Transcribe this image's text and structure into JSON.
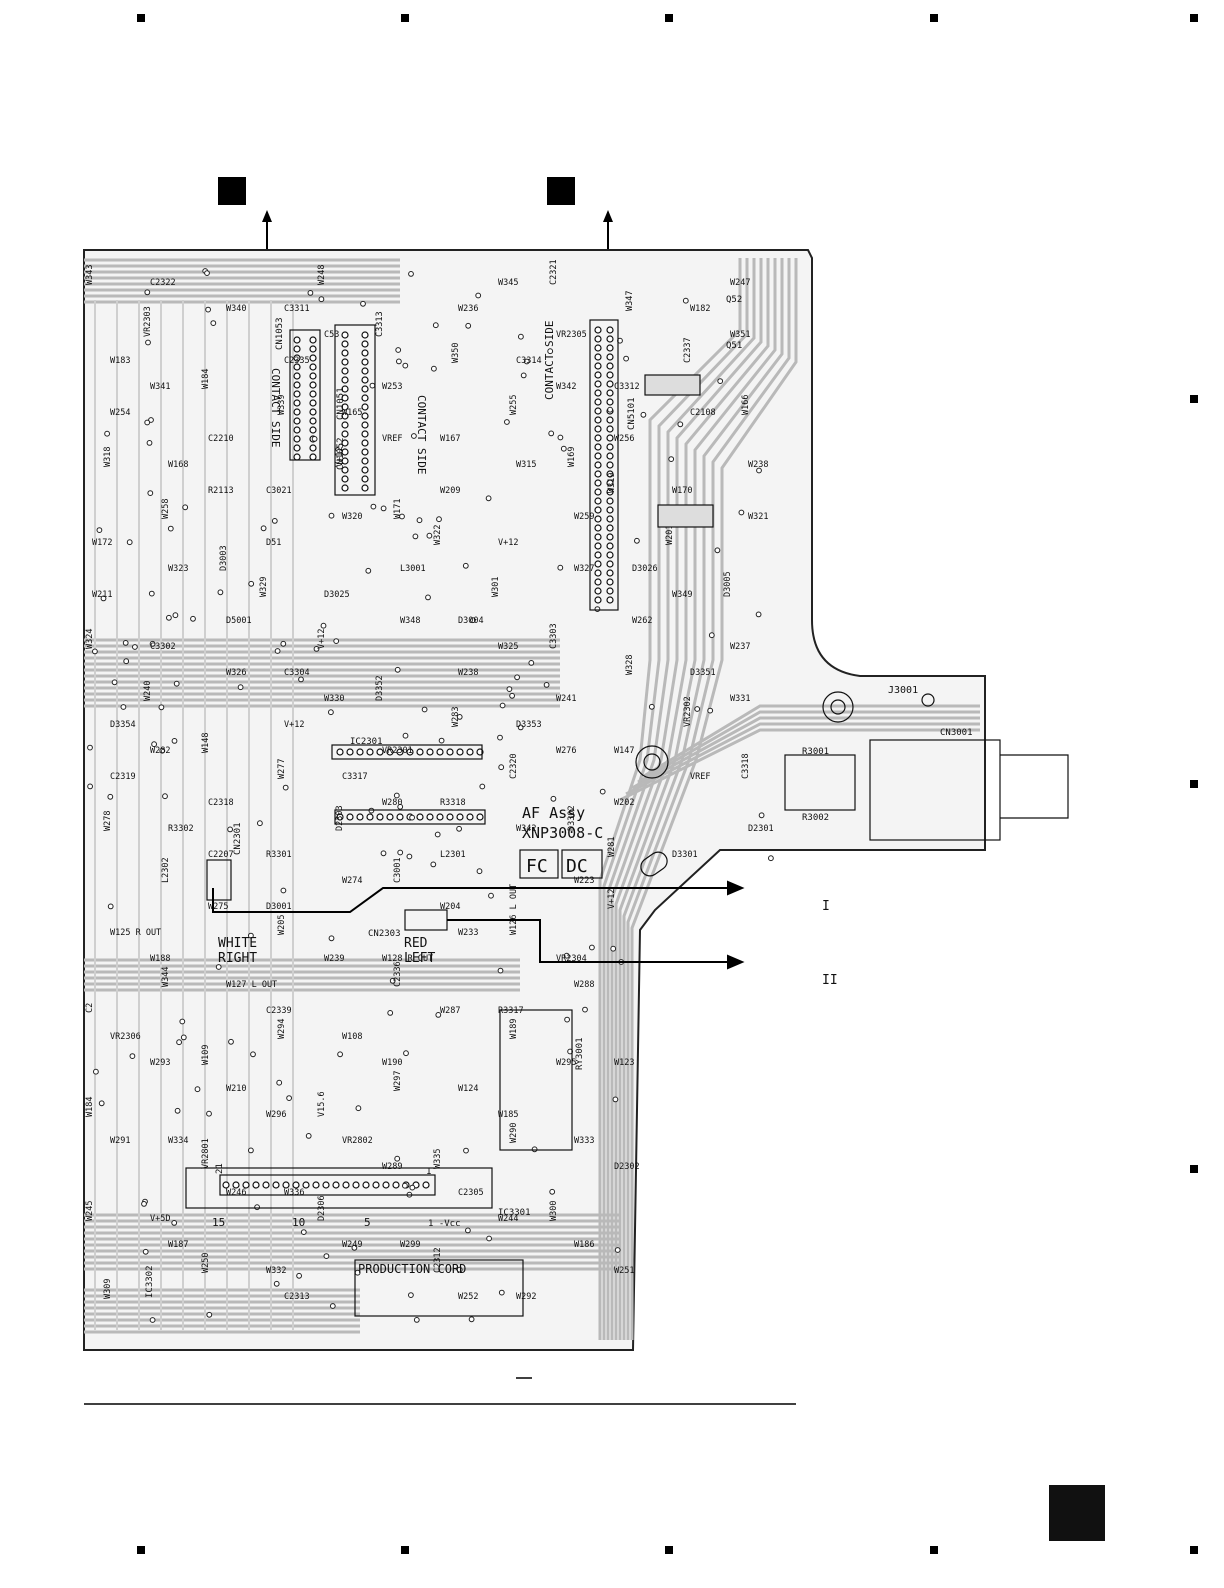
{
  "board": {
    "name_line1": "AF Assy",
    "name_line2": "XNP3008-C",
    "side_fc": "FC",
    "side_dc": "DC",
    "production_cord": "PRODUCTION CORD",
    "contact_side": "CONTACT SIDE"
  },
  "outputs": {
    "out1": "I",
    "out2": "II"
  },
  "connectors": {
    "white_right_1": "WHITE",
    "white_right_2": "RIGHT",
    "red_left_1": "RED",
    "red_left_2": "LEFT",
    "j3001": "J3001",
    "cn3001": "CN3001",
    "cn2301": "CN2301",
    "cn2303": "CN2303",
    "cn5101": "CN5101",
    "cn1051": "CN1051",
    "cn1052": "CN1052",
    "cn1053": "CN1053",
    "ic2301": "IC2301",
    "ic3301": "IC3301",
    "ic3302": "IC3302",
    "ry3001": "RY3001",
    "r3001": "R3001",
    "r3002": "R3002",
    "q51": "Q51",
    "q52": "Q52",
    "vcc": "1 -Vcc",
    "pin15": "15",
    "pin10": "10",
    "pin5": "5",
    "pin21": "21",
    "pin1": "1"
  },
  "labels": [
    "W343",
    "W345",
    "W340",
    "W347",
    "C53",
    "W351",
    "W350",
    "W341",
    "W342",
    "W339",
    "C2108",
    "VREF",
    "W318",
    "W315",
    "R2113",
    "W319",
    "W320",
    "W321",
    "W322",
    "W323",
    "W327",
    "W329",
    "W349",
    "W348",
    "W324",
    "W325",
    "W326",
    "W328",
    "W330",
    "W331",
    "W283",
    "W282",
    "W276",
    "W277",
    "VREF",
    "W280",
    "W278",
    "W342",
    "C2207",
    "W281",
    "W274",
    "W275",
    "V+12",
    "W233",
    "W239",
    "W344",
    "W288",
    "W287",
    "W294",
    "W293",
    "W295",
    "W297",
    "W296",
    "W291",
    "W290",
    "W289",
    "W246",
    "W245",
    "W244",
    "W249",
    "W250",
    "W251",
    "W252",
    "W248",
    "W247",
    "W236",
    "VR2303",
    "VR2305",
    "C2335",
    "C2337",
    "W253",
    "W254",
    "W255",
    "C2210",
    "W256",
    "V+12",
    "W238",
    "W209",
    "W258",
    "W259",
    "D51",
    "W201",
    "L3001",
    "W211",
    "W301",
    "D5001",
    "W262",
    "V+12",
    "W237",
    "W238",
    "W240",
    "W241",
    "V+12",
    "VR2302",
    "VR2301",
    "C2319",
    "C2320",
    "C2318",
    "W202",
    "D2303",
    "D2301",
    "L2301",
    "L2302",
    "W223",
    "W204",
    "W205",
    "W188",
    "VR2304",
    "C2336",
    "C2339",
    "VR2306",
    "W189",
    "W190",
    "W210",
    "W184",
    "W185",
    "VR2802",
    "VR2801",
    "D2302",
    "C2305",
    "D2306",
    "W187",
    "W186",
    "C2312",
    "C2313",
    "C2322",
    "C2321",
    "C3311",
    "W182",
    "C3313",
    "W183",
    "C3314",
    "W184",
    "C3312",
    "W165",
    "W166",
    "W167",
    "W168",
    "W169",
    "C3021",
    "W170",
    "W171",
    "W172",
    "V+12",
    "D3003",
    "D3026",
    "D3025",
    "D3005",
    "D3004",
    "C3302",
    "C3303",
    "C3304",
    "D3351",
    "D3352",
    "D3354",
    "D3353",
    "W148",
    "W147",
    "C3317",
    "C3318",
    "R3318",
    "R3302",
    "D3302",
    "R3301",
    "D3301",
    "C3001",
    "D3001",
    "W125 R OUT",
    "W126 L OUT",
    "W128 R OUT",
    "W127 L OUT",
    "C2",
    "R3317",
    "W108",
    "W109",
    "W123",
    "W124",
    "V15.6",
    "W334",
    "W333",
    "W335",
    "W336",
    "V+5D",
    "W300",
    "W299",
    "W332",
    "W309",
    "W292"
  ]
}
